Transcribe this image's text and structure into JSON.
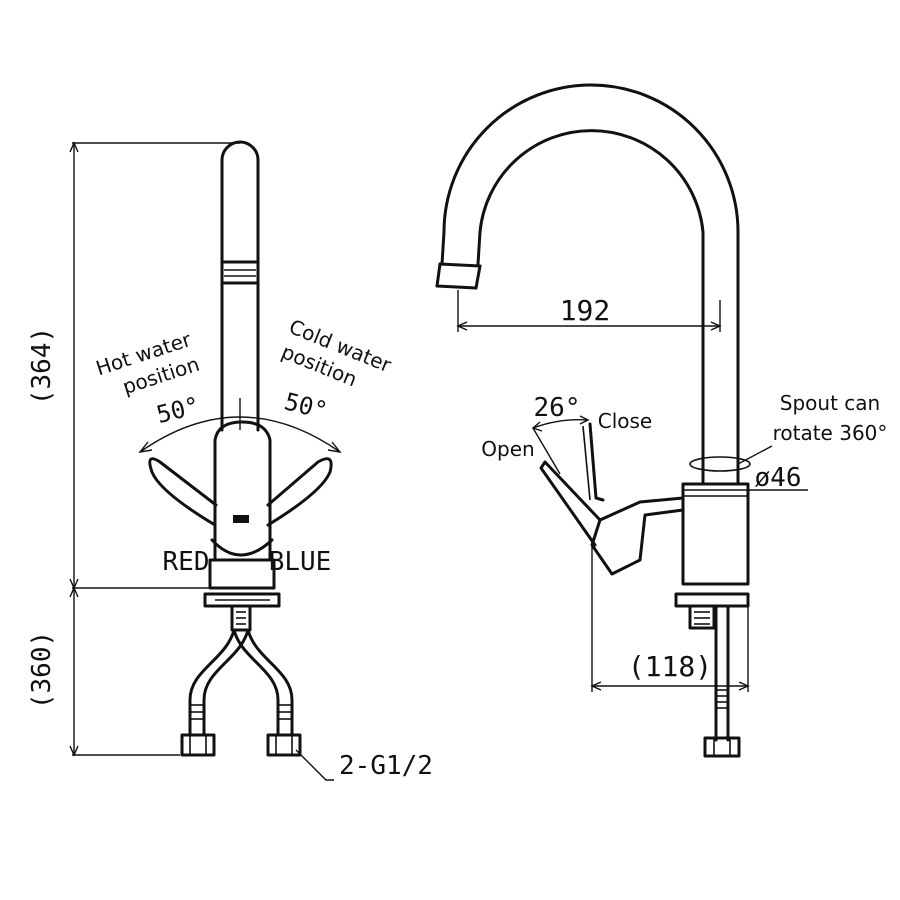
{
  "front_view": {
    "dim_height_upper": "(364)",
    "dim_height_lower": "(360)",
    "hot_label_line1": "Hot water",
    "hot_label_line2": "position",
    "hot_angle": "50°",
    "cold_label_line1": "Cold water",
    "cold_label_line2": "position",
    "cold_angle": "50°",
    "red_label": "RED",
    "blue_label": "BLUE",
    "connector_label": "2-G1/2"
  },
  "side_view": {
    "dim_reach": "192",
    "lever_angle": "26°",
    "open_label": "Open",
    "close_label": "Close",
    "spout_note_line1": "Spout can",
    "spout_note_line2": "rotate 360°",
    "diameter": "ø46",
    "dim_base_depth": "(118)"
  }
}
